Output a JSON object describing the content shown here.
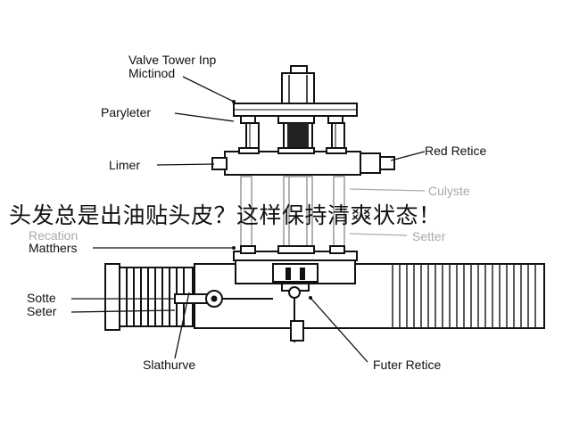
{
  "diagram": {
    "labels": {
      "valve_tower_line1": "Valve Tower Inp",
      "valve_tower_line2": "Mictinod",
      "paryleter": "Paryleter",
      "limer": "Limer",
      "red_retice": "Red Retice",
      "culyste": "Culyste",
      "recation": "Recation",
      "matthers": "Matthers",
      "setter": "Setter",
      "sotte": "Sotte",
      "seter": "Seter",
      "slathurve": "Slathurve",
      "futer_retice": "Futer Retice"
    },
    "overlay_caption": "头发总是出油贴头皮？这样保持清爽状态！",
    "colors": {
      "ink": "#111111",
      "faded": "#a9a9a9",
      "background": "#ffffff"
    }
  }
}
